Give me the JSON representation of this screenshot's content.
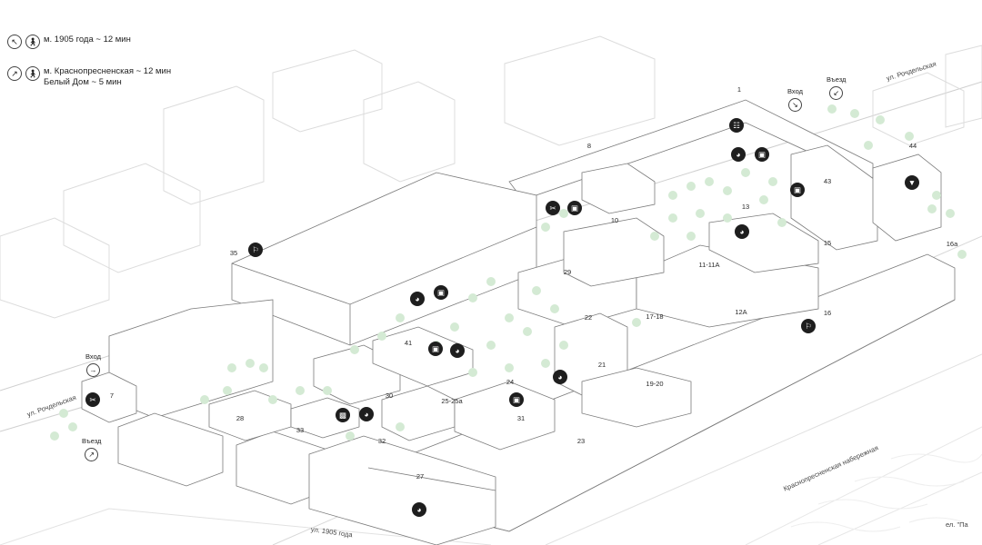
{
  "legend": {
    "metro1905": {
      "icon": "arrow-up-left-icon",
      "text": "м. 1905 года ~ 12 мин"
    },
    "metroKrasno": {
      "icon": "arrow-up-right-icon",
      "text": "м. Краснопресненская ~ 12 мин",
      "text2": "Белый Дом ~ 5 мин"
    }
  },
  "streets": {
    "rochdelskaya_top": "ул. Рочдельская",
    "rochdelskaya_left": "ул. Рочдельская",
    "ul1905": "ул. 1905 года",
    "naberezhnaya": "Краснопресненская набережная",
    "corner": "ел. \"Па"
  },
  "entries": {
    "vhod_top": "Вход",
    "vezd_top": "Въезд",
    "vhod_left": "Вход",
    "vezd_left": "Въезд"
  },
  "buildings": [
    "1",
    "8",
    "10",
    "13",
    "15",
    "16",
    "16а",
    "17-18",
    "19-20",
    "21",
    "22",
    "23",
    "24",
    "25-25а",
    "27",
    "28",
    "29",
    "30",
    "31",
    "32",
    "33",
    "35",
    "41",
    "43",
    "44",
    "7",
    "11-11А",
    "12А"
  ],
  "poi_types": {
    "restaurant": "restaurant-icon",
    "cafe": "cafe-bowl-icon",
    "shop": "shopping-bag-icon",
    "bar": "wine-glass-icon",
    "barber": "scissors-icon",
    "fitness": "fitness-icon",
    "bakery": "bakery-icon"
  },
  "colors": {
    "poi": "#1e1e1e",
    "tree": "#cfe6cf",
    "line": "#9a9a9a",
    "bg_building": "#ececec"
  }
}
